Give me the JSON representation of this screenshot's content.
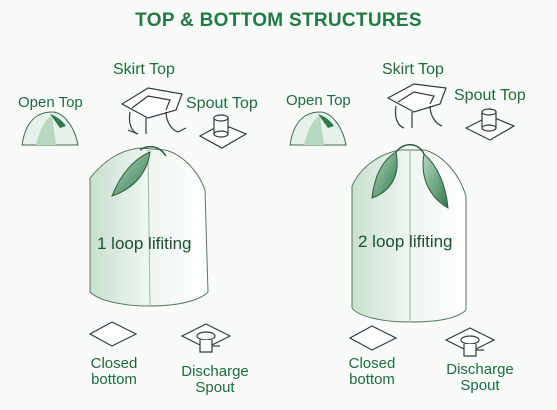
{
  "title": "TOP & BOTTOM STRUCTURES",
  "colors": {
    "title": "#1f7a45",
    "label": "#1d6b3e",
    "bag_fill": "#dfeee3",
    "dark_green": "#2f7a4d"
  },
  "left_panel": {
    "skirt_top": "Skirt Top",
    "open_top": "Open Top",
    "spout_top": "Spout Top",
    "bag_label": "1 loop lifiting",
    "closed_bottom": [
      "Closed",
      "bottom"
    ],
    "discharge_spout": [
      "Discharge",
      "Spout"
    ]
  },
  "right_panel": {
    "skirt_top": "Skirt Top",
    "open_top": "Open Top",
    "spout_top": "Spout Top",
    "bag_label": "2 loop lifiting",
    "closed_bottom": [
      "Closed",
      "bottom"
    ],
    "discharge_spout": [
      "Discharge",
      "Spout"
    ]
  }
}
